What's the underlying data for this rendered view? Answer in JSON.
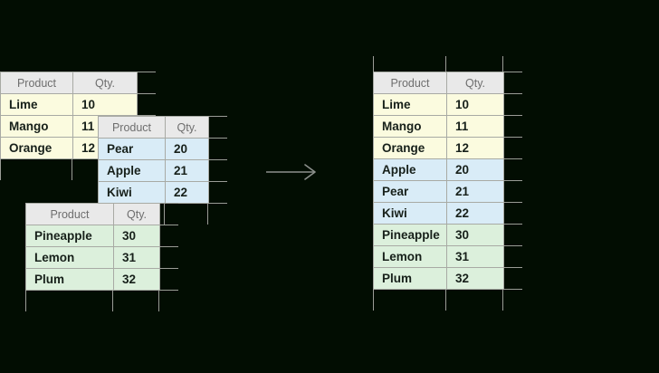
{
  "scene": {
    "background_color": "#020d02",
    "description": "Three partial spreadsheet tables on the left are combined by an arrow into one merged spreadsheet table on the right.",
    "arrow": {
      "name": "right-arrow",
      "color": "#8c908c",
      "direction": "right"
    }
  },
  "palette": {
    "header_fill": "#e9e9e9",
    "header_text": "#6e6e6e",
    "grid_line": "#a8aaa4",
    "body_text": "#17201a",
    "source_1_fill": "#fbfbdf",
    "source_2_fill": "#d9ecf7",
    "source_3_fill": "#dcf0dc"
  },
  "columns": {
    "product": "Product",
    "qty": "Qty."
  },
  "source_tables": [
    {
      "id": "source-table-1",
      "fill": "#fbfbdf",
      "headers": [
        "Product",
        "Qty."
      ],
      "rows": [
        {
          "product": "Lime",
          "qty": "10"
        },
        {
          "product": "Mango",
          "qty": "11"
        },
        {
          "product": "Orange",
          "qty": "12"
        }
      ]
    },
    {
      "id": "source-table-2",
      "fill": "#d9ecf7",
      "headers": [
        "Product",
        "Qty."
      ],
      "rows": [
        {
          "product": "Pear",
          "qty": "20"
        },
        {
          "product": "Apple",
          "qty": "21"
        },
        {
          "product": "Kiwi",
          "qty": "22"
        }
      ]
    },
    {
      "id": "source-table-3",
      "fill": "#dcf0dc",
      "headers": [
        "Product",
        "Qty."
      ],
      "rows": [
        {
          "product": "Pineapple",
          "qty": "30"
        },
        {
          "product": "Lemon",
          "qty": "31"
        },
        {
          "product": "Plum",
          "qty": "32"
        }
      ]
    }
  ],
  "result_table": {
    "id": "result-table",
    "headers": [
      "Product",
      "Qty."
    ],
    "rows": [
      {
        "product": "Lime",
        "qty": "10",
        "fill": "#fbfbdf"
      },
      {
        "product": "Mango",
        "qty": "11",
        "fill": "#fbfbdf"
      },
      {
        "product": "Orange",
        "qty": "12",
        "fill": "#fbfbdf"
      },
      {
        "product": "Apple",
        "qty": "20",
        "fill": "#d9ecf7"
      },
      {
        "product": "Pear",
        "qty": "21",
        "fill": "#d9ecf7"
      },
      {
        "product": "Kiwi",
        "qty": "22",
        "fill": "#d9ecf7"
      },
      {
        "product": "Pineapple",
        "qty": "30",
        "fill": "#dcf0dc"
      },
      {
        "product": "Lemon",
        "qty": "31",
        "fill": "#dcf0dc"
      },
      {
        "product": "Plum",
        "qty": "32",
        "fill": "#dcf0dc"
      }
    ]
  }
}
